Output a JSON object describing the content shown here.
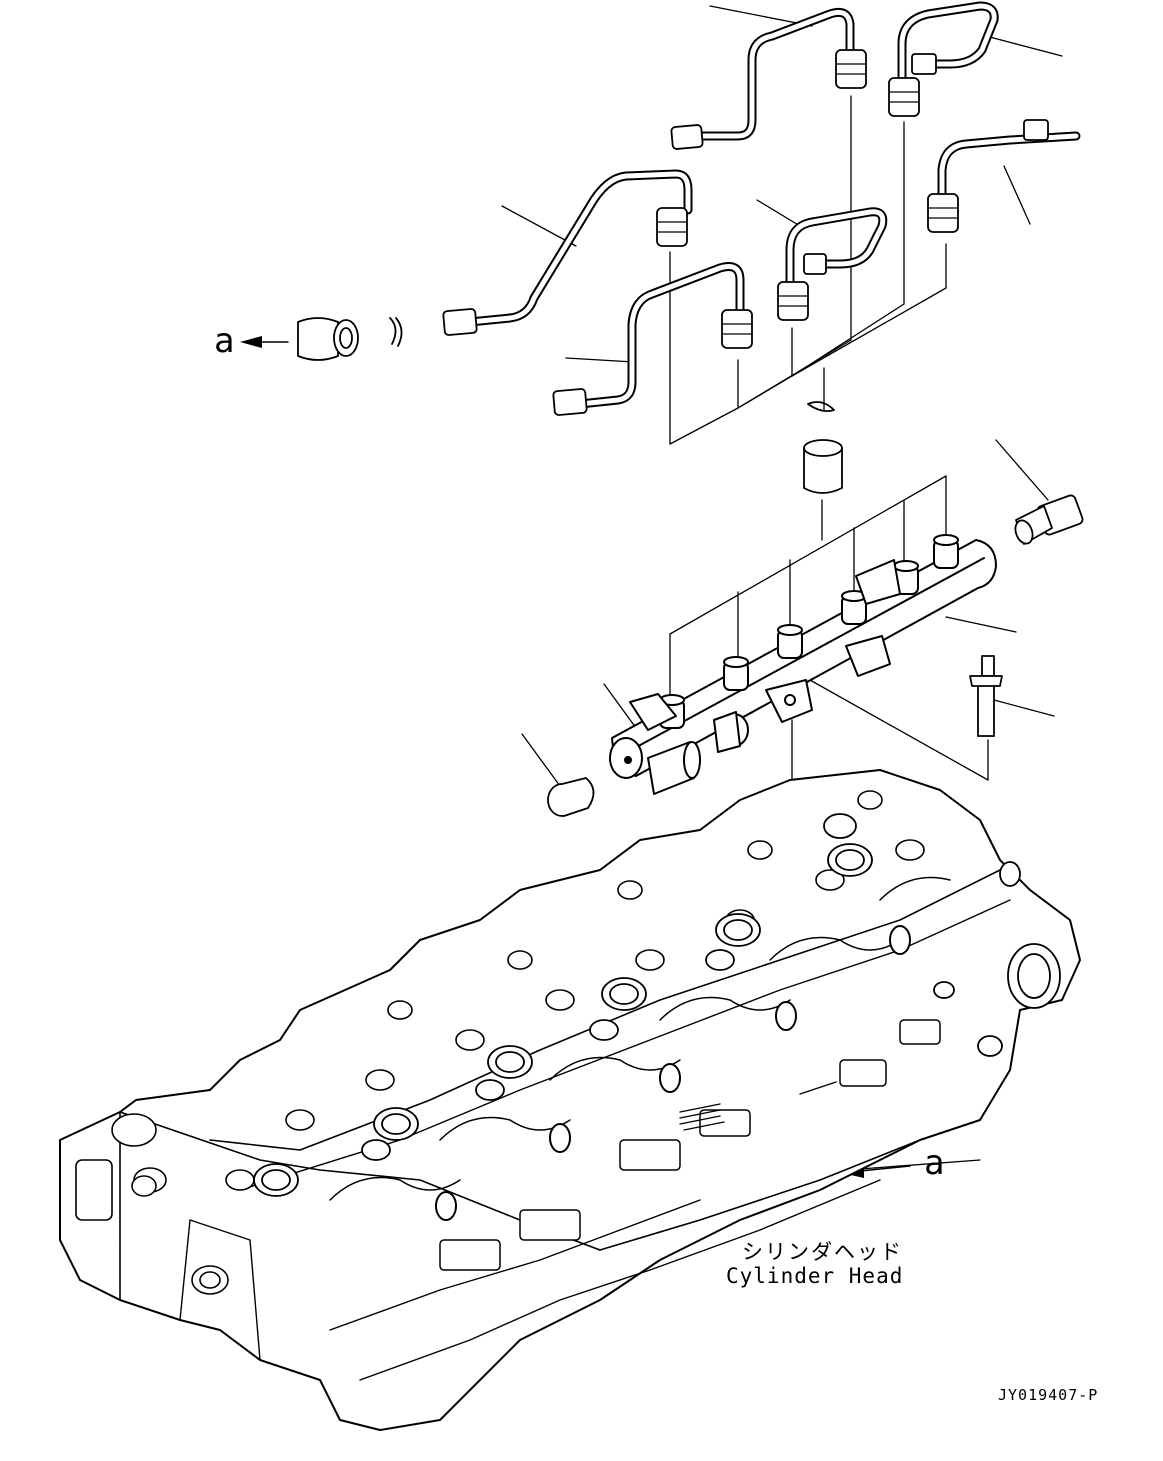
{
  "labels": {
    "ref_left": "a",
    "ref_right": "a",
    "head_jp": "シリンダヘッド",
    "head_en": "Cylinder Head",
    "drawing_code": "JY019407-P"
  },
  "colors": {
    "line": "#000000",
    "background": "#ffffff"
  }
}
